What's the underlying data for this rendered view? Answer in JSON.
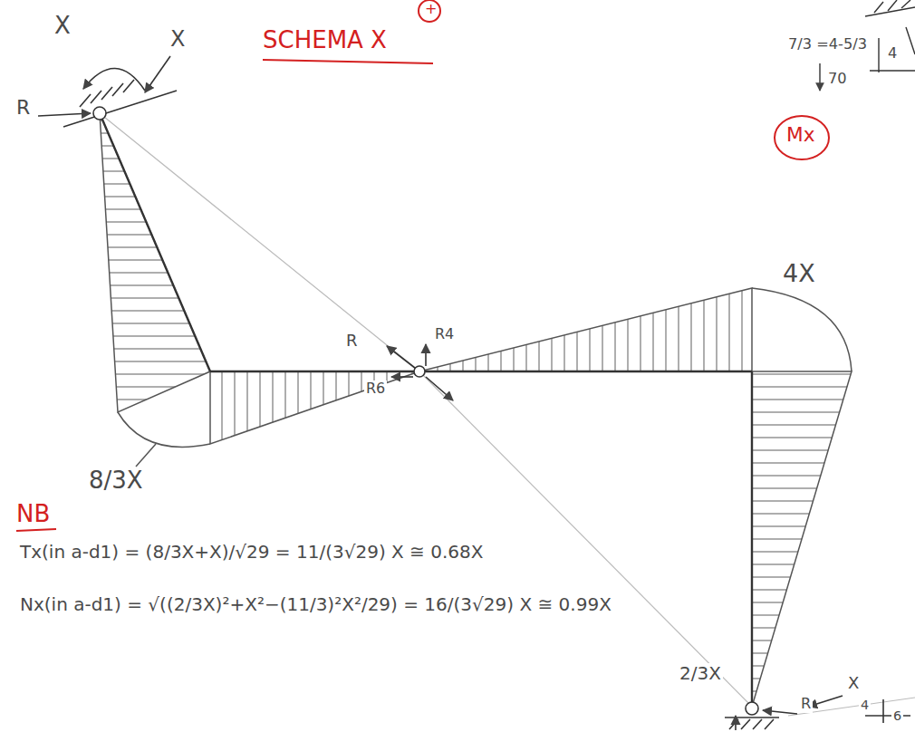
{
  "diagram": {
    "title": "SCHEMA X",
    "labels": [
      "X",
      "X",
      "R",
      "7/3 =4-5/3",
      "4",
      "70",
      "Mx",
      "R",
      "R4",
      "R6",
      "4X",
      "8/3X",
      "NB",
      "Tx(in a-d1) = (8/3X+X)/√29 = 11/(3√29) X ≅ 0.68X",
      "Nx(in a-d1) = √((2/3X)²+X²−(11/3)²X²/29) = 16/(3√29) X ≅ 0.99X",
      "2/3X",
      "R",
      "X",
      "4",
      "6",
      "+"
    ]
  }
}
